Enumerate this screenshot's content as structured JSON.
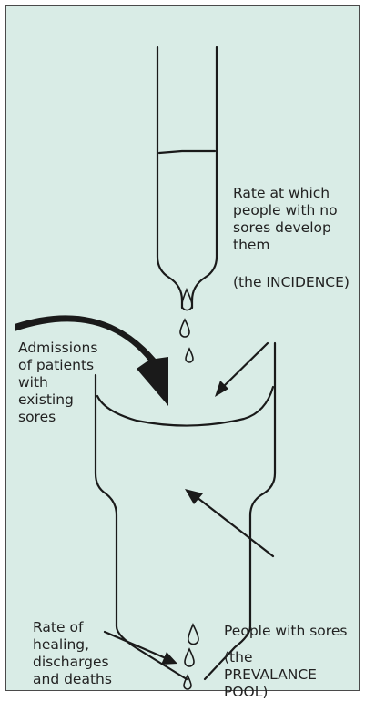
{
  "labels": {
    "incidence_rate": "Rate at which\npeople with no\nsores develop\nthem",
    "incidence_term": "(the INCIDENCE)",
    "admissions": "Admissions\nof patients\nwith\nexisting\nsores",
    "healing_rate": "Rate of\nhealing,\ndischarges\nand deaths",
    "people_with_sores": "People with sores",
    "prevalence_term": "(the\nPREVALANCE\nPOOL)"
  },
  "colors": {
    "background": "#d9ece6",
    "ink": "#1a1a1a"
  }
}
